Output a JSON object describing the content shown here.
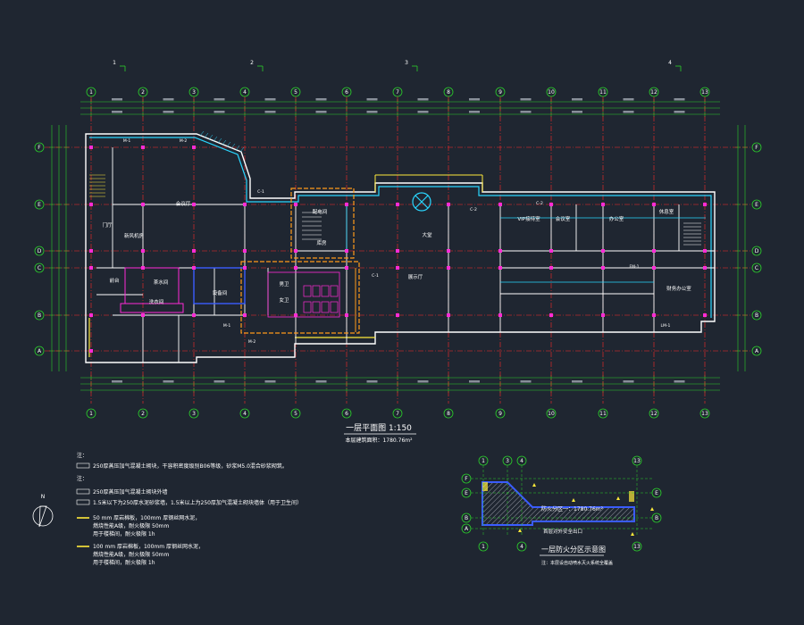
{
  "colors": {
    "background": "#1f2631",
    "grid": "#ff2a2a",
    "wall": "#ffffff",
    "dimension": "#2bd02b",
    "magenta": "#ff2bd6",
    "cyan": "#2ad6ff",
    "yellow": "#ffe93a",
    "orange": "#ff9a1a",
    "blue": "#3a5cff",
    "text": "#ffffff"
  },
  "sections": [
    "1",
    "2",
    "3",
    "4"
  ],
  "column_axes": [
    "1",
    "2",
    "3",
    "4",
    "5",
    "6",
    "7",
    "8",
    "9",
    "10",
    "11",
    "12",
    "13"
  ],
  "row_axes": [
    "F",
    "E",
    "D",
    "C",
    "B",
    "A"
  ],
  "rooms": {
    "r1": "会议厅",
    "r2": "新风机房",
    "r3": "前台",
    "r4": "茶水间",
    "r5": "大堂",
    "r6": "展示厅",
    "r7": "VIP接待室",
    "r8": "办公室",
    "r9": "会议室",
    "r10": "财务办公室",
    "r11": "休息室",
    "r12": "洗衣间",
    "r13": "配电间",
    "r14": "库房",
    "r15": "男卫",
    "r16": "女卫",
    "r17": "门厅",
    "r18": "设备间"
  },
  "door_labels": [
    "M-1",
    "M-2",
    "C-1",
    "C-2",
    "FM-1",
    "LM-1"
  ],
  "main_title": "一层平面图 1:150",
  "area_text": "本层建筑面积：1780.76m²",
  "notes": {
    "header": "注：",
    "item1": "250厚蒸压加气混凝土砌块，干容积密度级别B06等级，砂浆M5.0混合砂浆砌筑。",
    "header2": "注：",
    "item2": "250厚蒸压加气混凝土砌块外墙",
    "item3": "1.5米以下为250厚水泥砂浆墙，1.5米以上为250厚加气混凝土砌块墙体（用于卫生间）",
    "item4_l1": "50 mm 厚岩棉板，100mm 厚钢丝网水泥，",
    "item4_l2": "燃烧性能A级，耐火极限 50mm",
    "item4_l3": "用于楼梯间，耐火极限 1h",
    "item5_l1": "100 mm 厚岩棉板，100mm 厚钢丝网水泥，",
    "item5_l2": "燃烧性能A级，耐火极限 50mm",
    "item5_l3": "用于楼梯间，耐火极限 1h"
  },
  "fire_zone": {
    "title": "一层防火分区示意图",
    "label": "防火分区一：1780.76m²",
    "exit_label": "首层对外安全出口",
    "note": "注：本层设自动喷水灭火系统全覆盖",
    "axes_top": [
      "1",
      "3",
      "4",
      "13"
    ],
    "axes_side": [
      "F",
      "E",
      "B",
      "A"
    ]
  }
}
